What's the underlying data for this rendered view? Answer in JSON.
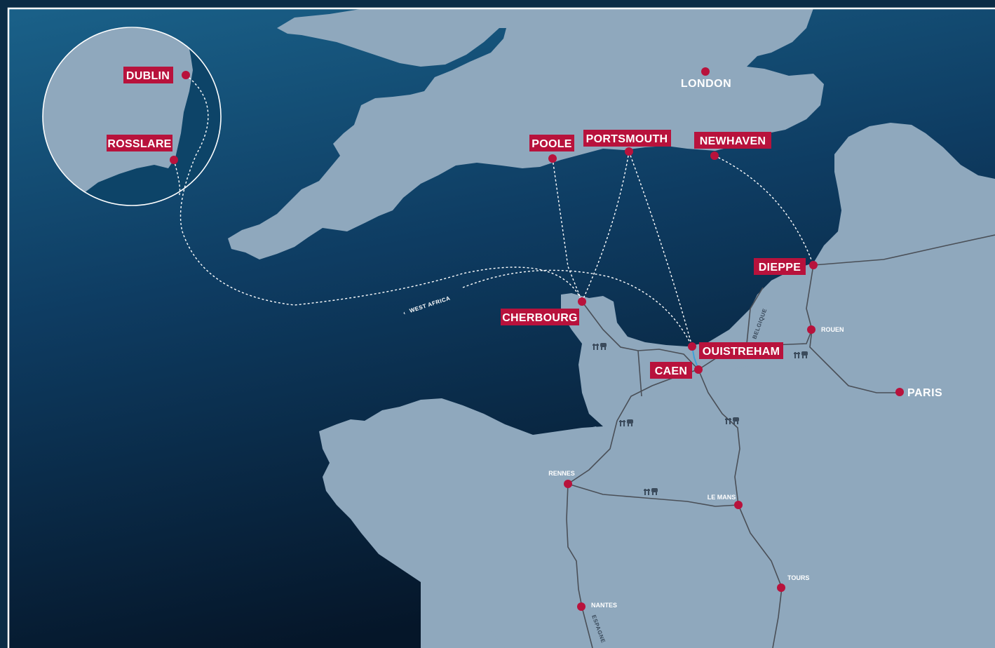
{
  "colors": {
    "sea_top": "#155a80",
    "sea_bottom": "#061a33",
    "land": "#8fa8bd",
    "port": "#b8123c",
    "route": "#ffffff",
    "road": "#4a4f57",
    "frame": "#ffffff"
  },
  "ports": {
    "dublin": "DUBLIN",
    "rosslare": "ROSSLARE",
    "poole": "POOLE",
    "portsmouth": "PORTSMOUTH",
    "newhaven": "NEWHAVEN",
    "dieppe": "DIEPPE",
    "cherbourg": "CHERBOURG",
    "ouistreham": "OUISTREHAM",
    "caen": "CAEN"
  },
  "cities": {
    "london": "LONDON",
    "paris": "PARIS",
    "rouen": "ROUEN",
    "rennes": "RENNES",
    "le_mans": "LE MANS",
    "tours": "TOURS",
    "nantes": "NANTES"
  },
  "directions": {
    "west_africa": "WEST AFRICA",
    "belgique": "BELGIQUE",
    "espagne": "ESPAGNE"
  },
  "icons": {
    "road_icon": "highway-icon"
  }
}
